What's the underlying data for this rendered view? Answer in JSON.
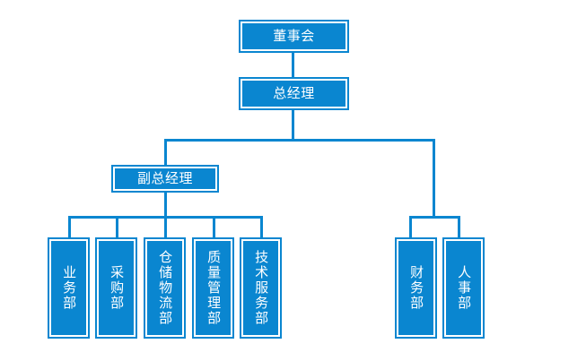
{
  "chart_data": {
    "type": "diagram",
    "subtype": "organizational-chart",
    "title": "",
    "orientation": "top-down",
    "colors": {
      "node_fill": "#0a86d0",
      "node_border": "#0a86d0",
      "node_inner_border": "#ffffff",
      "connector": "#0a86d0",
      "label_text": "#ffffff",
      "background": "#ffffff"
    },
    "levels": [
      {
        "level": 0,
        "nodes": [
          "board"
        ]
      },
      {
        "level": 1,
        "nodes": [
          "general-manager"
        ]
      },
      {
        "level": 2,
        "nodes": [
          "deputy-general-manager"
        ]
      },
      {
        "level": 3,
        "nodes": [
          "business",
          "procurement",
          "warehouse-logistics",
          "quality-management",
          "technical-service",
          "finance",
          "human-resources"
        ]
      }
    ],
    "nodes": [
      {
        "id": "board",
        "label": "董事会",
        "level": 0,
        "parent": null,
        "text_direction": "horizontal"
      },
      {
        "id": "general-manager",
        "label": "总经理",
        "level": 1,
        "parent": "board",
        "text_direction": "horizontal"
      },
      {
        "id": "deputy-general-manager",
        "label": "副总经理",
        "level": 2,
        "parent": "general-manager",
        "text_direction": "horizontal"
      },
      {
        "id": "business",
        "label": "业务部",
        "level": 3,
        "parent": "deputy-general-manager",
        "text_direction": "vertical"
      },
      {
        "id": "procurement",
        "label": "采购部",
        "level": 3,
        "parent": "deputy-general-manager",
        "text_direction": "vertical"
      },
      {
        "id": "warehouse-logistics",
        "label": "仓储物流部",
        "level": 3,
        "parent": "deputy-general-manager",
        "text_direction": "vertical"
      },
      {
        "id": "quality-management",
        "label": "质量管理部",
        "level": 3,
        "parent": "deputy-general-manager",
        "text_direction": "vertical"
      },
      {
        "id": "technical-service",
        "label": "技术服务部",
        "level": 3,
        "parent": "deputy-general-manager",
        "text_direction": "vertical"
      },
      {
        "id": "finance",
        "label": "财务部",
        "level": 3,
        "parent": "general-manager",
        "text_direction": "vertical"
      },
      {
        "id": "human-resources",
        "label": "人事部",
        "level": 3,
        "parent": "general-manager",
        "text_direction": "vertical"
      }
    ],
    "edges": [
      {
        "from": "board",
        "to": "general-manager"
      },
      {
        "from": "general-manager",
        "to": "deputy-general-manager"
      },
      {
        "from": "general-manager",
        "to": "finance"
      },
      {
        "from": "general-manager",
        "to": "human-resources"
      },
      {
        "from": "deputy-general-manager",
        "to": "business"
      },
      {
        "from": "deputy-general-manager",
        "to": "procurement"
      },
      {
        "from": "deputy-general-manager",
        "to": "warehouse-logistics"
      },
      {
        "from": "deputy-general-manager",
        "to": "quality-management"
      },
      {
        "from": "deputy-general-manager",
        "to": "technical-service"
      }
    ]
  },
  "nodes": {
    "board": {
      "label": "董事会"
    },
    "general_manager": {
      "label": "总经理"
    },
    "deputy_general_manager": {
      "label": "副总经理"
    },
    "business": {
      "label": "业务部"
    },
    "procurement": {
      "label": "采购部"
    },
    "warehouse_logistics": {
      "label": "仓储物流部"
    },
    "quality_management": {
      "label": "质量管理部"
    },
    "technical_service": {
      "label": "技术服务部"
    },
    "finance": {
      "label": "财务部"
    },
    "human_resources": {
      "label": "人事部"
    }
  }
}
